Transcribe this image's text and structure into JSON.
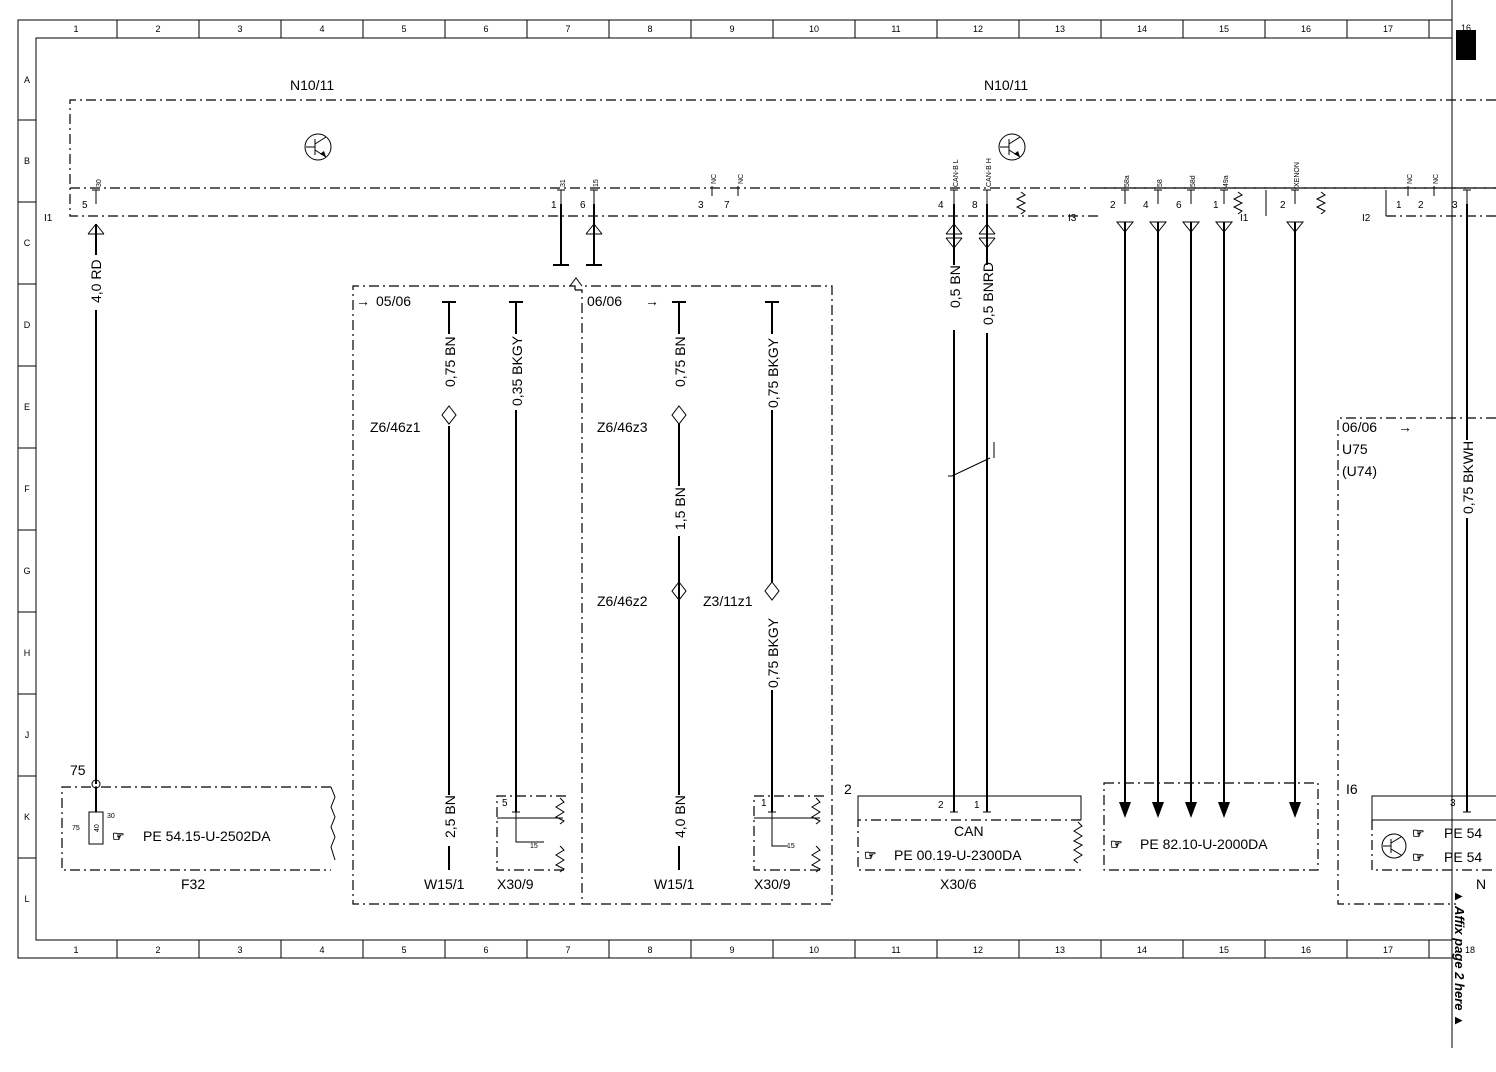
{
  "frame": {
    "columns": [
      "1",
      "2",
      "3",
      "4",
      "5",
      "6",
      "7",
      "8",
      "9",
      "10",
      "11",
      "12",
      "13",
      "14",
      "15",
      "16",
      "17",
      "18"
    ],
    "rows": [
      "A",
      "B",
      "C",
      "D",
      "E",
      "F",
      "G",
      "H",
      "J",
      "K",
      "L"
    ]
  },
  "modules": {
    "left_title": "N10/11",
    "right_title": "N10/11"
  },
  "connectors": {
    "i1": "I1",
    "i3": "I3",
    "i1b": "I1",
    "i2": "I2"
  },
  "pins": {
    "p30": "30",
    "p30n": "5",
    "p31": "31",
    "p31n": "1",
    "p15": "15",
    "p15n": "6",
    "pnc1": "NC",
    "pnc1n": "3",
    "pnc2": "NC",
    "pnc2n": "7",
    "pcanl": "CAN-B L",
    "pcanln": "4",
    "pcanh": "CAN-B H",
    "pcanhn": "8",
    "p58a": "58a",
    "p58an": "2",
    "p58": "58",
    "p58n": "4",
    "p58d": "58d",
    "p58dn": "6",
    "p49a": "49a",
    "p49an": "1",
    "pxenon": "XENON",
    "pxenonn": "2",
    "pnc3": "NC",
    "pnc3n": "1",
    "pnc4": "NC",
    "pnc4n": "2",
    "p3n": "3"
  },
  "wires": {
    "w1": "4,0 RD",
    "w2": "0,75 BN",
    "w3": "0,35 BKGY",
    "w4": "2,5 BN",
    "w5": "0,75 BN",
    "w6": "1,5 BN",
    "w7": "4,0 BN",
    "w8": "0,75 BKGY",
    "w9": "0,75 BKGY",
    "w10": "0,5 BN",
    "w11": "0,5 BNRD",
    "w12": "0,75 BKWH"
  },
  "junctions": {
    "z1": "Z6/46z1",
    "z3": "Z6/46z3",
    "z2": "Z6/46z2",
    "z4": "Z3/11z1"
  },
  "boxes": {
    "b1_ref": "05/06",
    "b2_ref": "06/06",
    "b3_ref": "06/06",
    "u75": "U75",
    "u74": "(U74)",
    "w15_1a": "W15/1",
    "x30_9a": "X30/9",
    "w15_1b": "W15/1",
    "x30_9b": "X30/9",
    "x30_9a_pin": "5",
    "x30_9a_sub": "15",
    "x30_9b_pin": "1",
    "x30_9b_sub": "15"
  },
  "bottom": {
    "fuse_node": "75",
    "fuse_pin30": "30",
    "fuse_pin75": "75",
    "fuse_val": "40",
    "f32": "F32",
    "pe_fuse": "PE 54.15-U-2502DA",
    "can_num": "2",
    "can_pin2": "2",
    "can_pin1": "1",
    "can_label": "CAN",
    "pe_can": "PE 00.19-U-2300DA",
    "x30_6": "X30/6",
    "pe_light": "PE 82.10-U-2000DA",
    "i6": "I6",
    "right_pin": "3",
    "pe_r1": "PE 54",
    "pe_r2": "PE 54",
    "right_cut": "N"
  },
  "page_corner": {
    "number": "16"
  },
  "margin_note": "▲ Affix page 2 here ▲"
}
